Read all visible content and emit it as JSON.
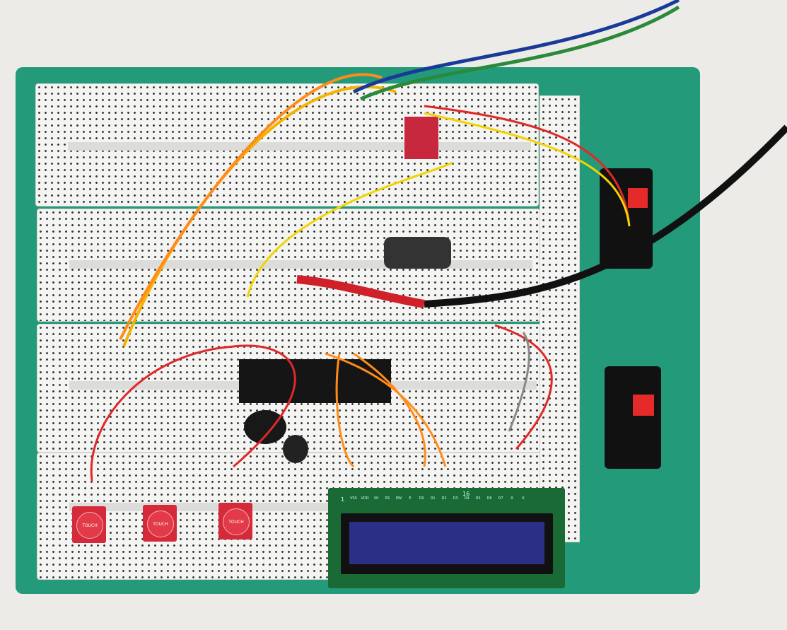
{
  "touch_buttons": [
    {
      "label": "TOUCH"
    },
    {
      "label": "TOUCH"
    },
    {
      "label": "TOUCH"
    }
  ],
  "lcd": {
    "pin_first": "1",
    "pin_last": "16",
    "pins": [
      "VSS",
      "VDD",
      "V0",
      "RS",
      "RW",
      "E",
      "D0",
      "D1",
      "D2",
      "D3",
      "D4",
      "D5",
      "D6",
      "D7",
      "A",
      "K"
    ]
  },
  "colors": {
    "board": "#239a7a",
    "breadboard": "#f4f4f2",
    "lcd_pcb": "#1a6a36",
    "lcd_screen": "#2b2f86",
    "touch_pad": "#d42a3a"
  }
}
